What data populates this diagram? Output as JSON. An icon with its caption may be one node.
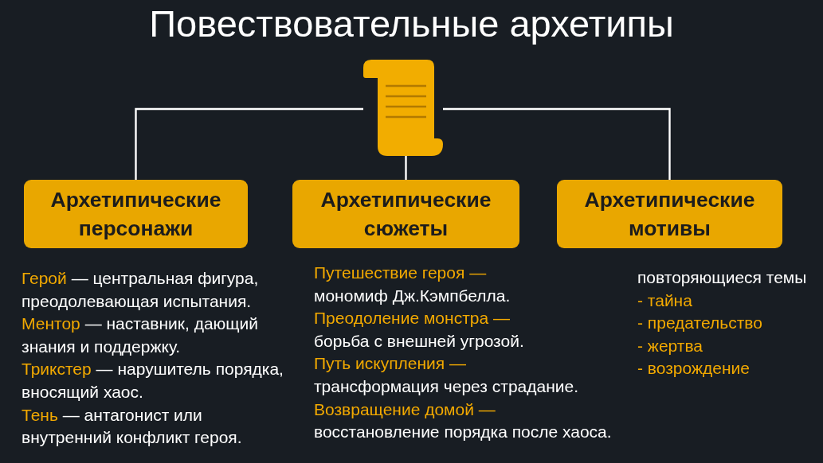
{
  "diagram": {
    "title": "Повествовательные архетипы",
    "nodes": [
      {
        "text": [],
        "shape": "picture"
      },
      {
        "text": [
          "Архетипические персонажи"
        ],
        "beside": [
          "Герой",
          "— центральная фигура, преодолевающая испытания.",
          "Ментор",
          "— наставник, дающий знания и поддержку.",
          "Трикстер",
          "— нарушитель порядка, вносящий хаос.",
          "Тень",
          "— антагонист или внутренний конфликт героя."
        ]
      },
      {
        "text": [
          "Архетипические сюжеты"
        ],
        "beside": [
          "Путешествие героя —",
          "мономиф Дж.Кэмпбелла.",
          "Преодоление монстра —",
          "борьба с внешней угрозой.",
          "Путь искупления —",
          "трансформация через страдание.",
          "Возвращение домой —",
          "восстановление порядка после хаоса."
        ]
      },
      {
        "text": [
          "Архетипические мотивы"
        ],
        "beside": [
          "повторяющиеся темы",
          "- тайна",
          "- предательство",
          "- жертва",
          "- возрождение"
        ]
      }
    ],
    "edges": [
      {
        "from": 0,
        "to": 1,
        "arrow": "none"
      },
      {
        "from": 0,
        "to": 2,
        "arrow": "none"
      },
      {
        "from": 0,
        "to": 3,
        "arrow": "none"
      }
    ]
  }
}
